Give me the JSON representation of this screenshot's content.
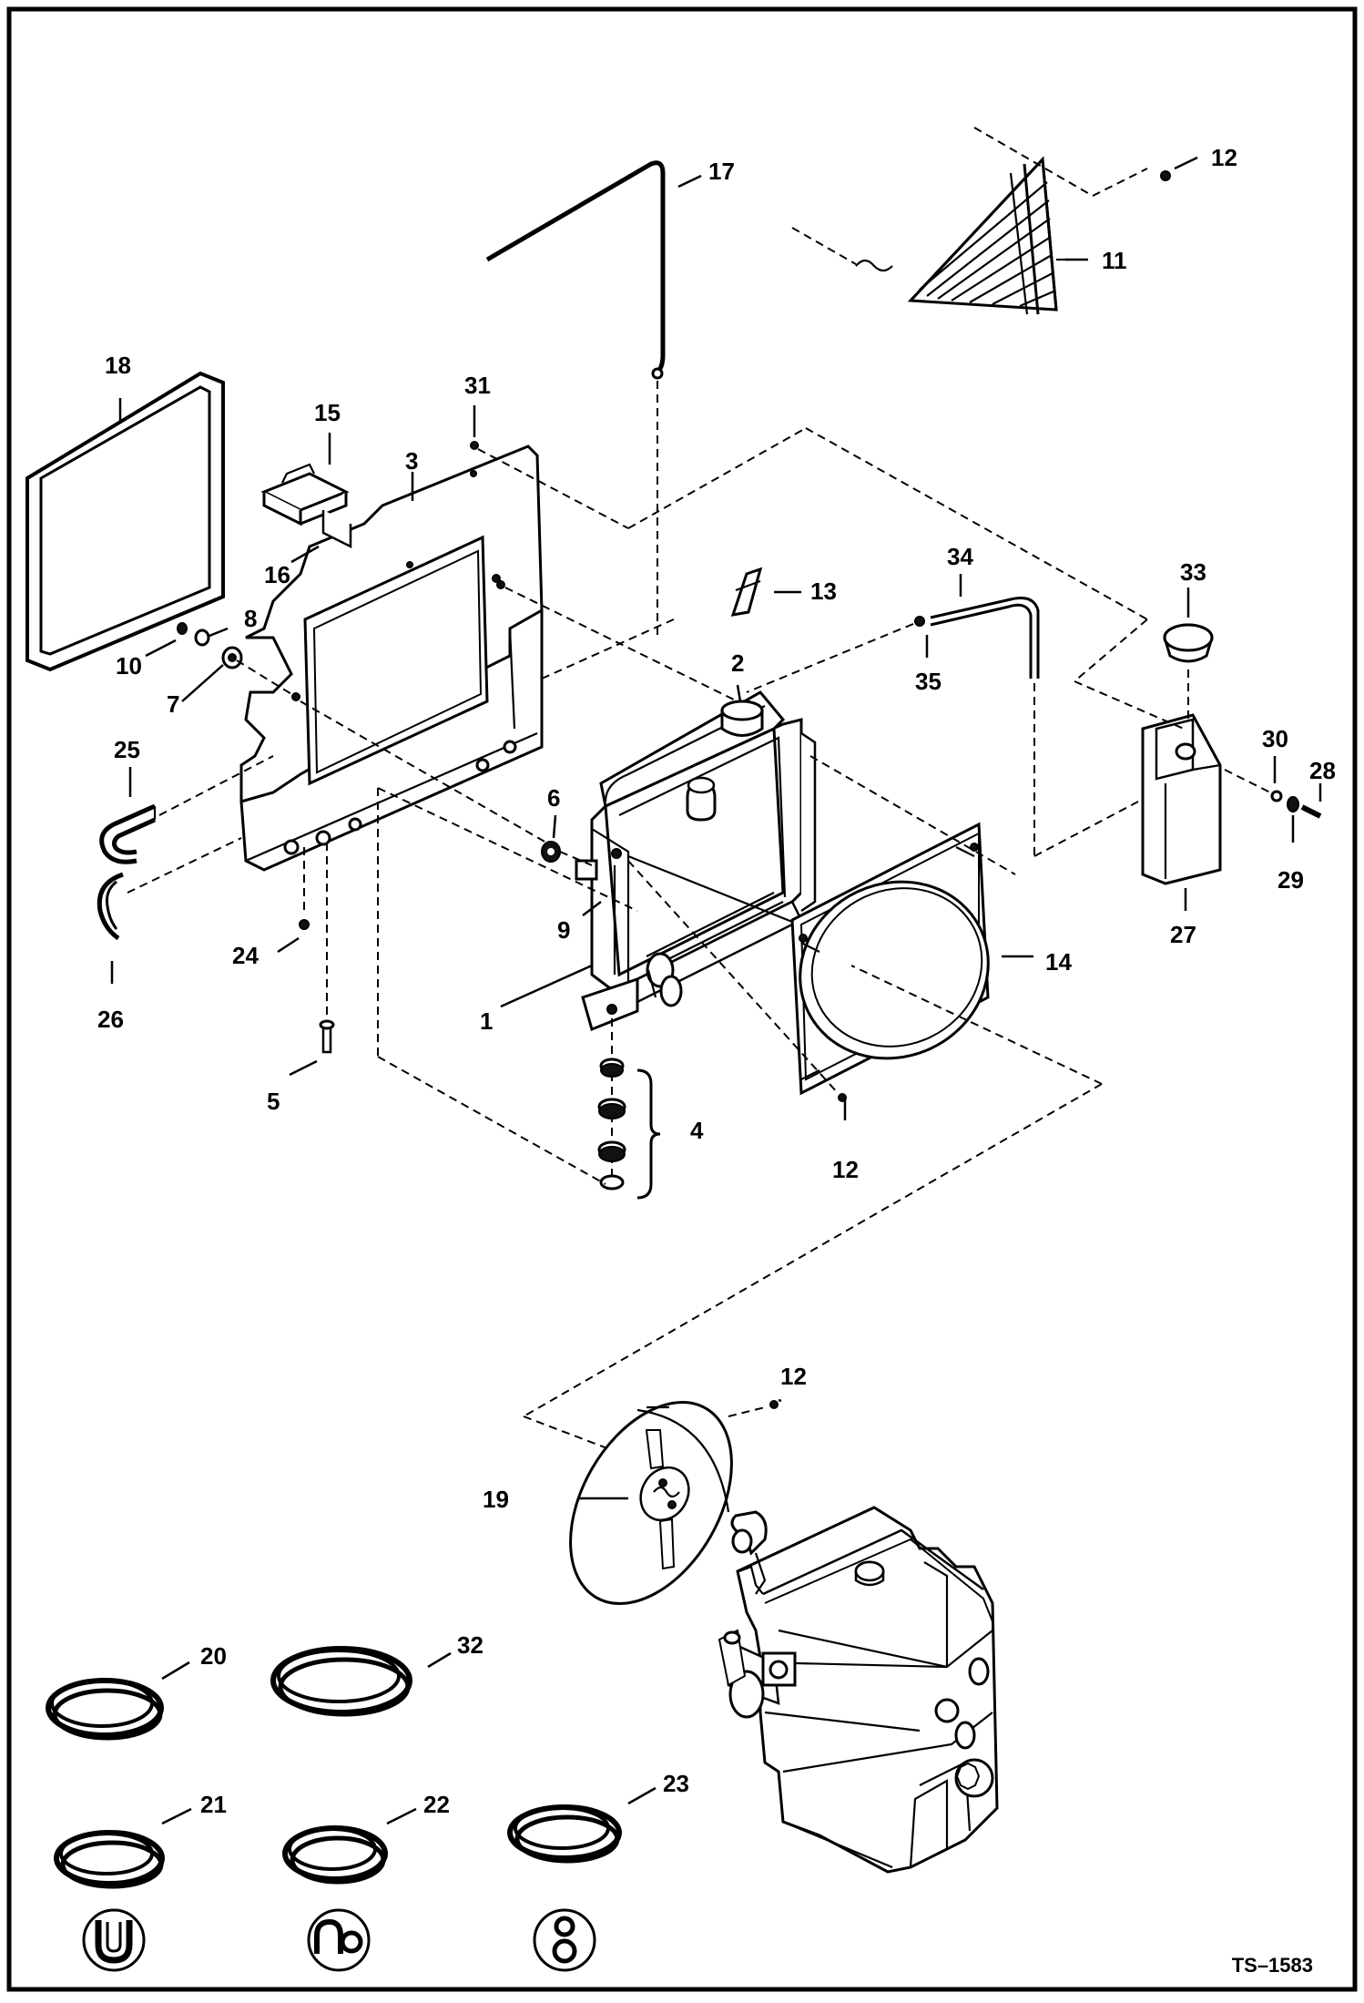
{
  "drawing_id": "TS–1583",
  "callouts": [
    {
      "id": "c1",
      "text": "1"
    },
    {
      "id": "c2",
      "text": "2"
    },
    {
      "id": "c3",
      "text": "3"
    },
    {
      "id": "c4",
      "text": "4"
    },
    {
      "id": "c5",
      "text": "5"
    },
    {
      "id": "c6",
      "text": "6"
    },
    {
      "id": "c7",
      "text": "7"
    },
    {
      "id": "c8",
      "text": "8"
    },
    {
      "id": "c9",
      "text": "9"
    },
    {
      "id": "c10",
      "text": "10"
    },
    {
      "id": "c11",
      "text": "11"
    },
    {
      "id": "c12a",
      "text": "12"
    },
    {
      "id": "c12b",
      "text": "12"
    },
    {
      "id": "c12c",
      "text": "12"
    },
    {
      "id": "c13",
      "text": "13"
    },
    {
      "id": "c14",
      "text": "14"
    },
    {
      "id": "c15",
      "text": "15"
    },
    {
      "id": "c16",
      "text": "16"
    },
    {
      "id": "c17",
      "text": "17"
    },
    {
      "id": "c18",
      "text": "18"
    },
    {
      "id": "c19",
      "text": "19"
    },
    {
      "id": "c20",
      "text": "20"
    },
    {
      "id": "c21",
      "text": "21"
    },
    {
      "id": "c22",
      "text": "22"
    },
    {
      "id": "c23",
      "text": "23"
    },
    {
      "id": "c24",
      "text": "24"
    },
    {
      "id": "c25",
      "text": "25"
    },
    {
      "id": "c26",
      "text": "26"
    },
    {
      "id": "c27",
      "text": "27"
    },
    {
      "id": "c28",
      "text": "28"
    },
    {
      "id": "c29",
      "text": "29"
    },
    {
      "id": "c30",
      "text": "30"
    },
    {
      "id": "c31",
      "text": "31"
    },
    {
      "id": "c32",
      "text": "32"
    },
    {
      "id": "c33",
      "text": "33"
    },
    {
      "id": "c34",
      "text": "34"
    },
    {
      "id": "c35",
      "text": "35"
    }
  ]
}
